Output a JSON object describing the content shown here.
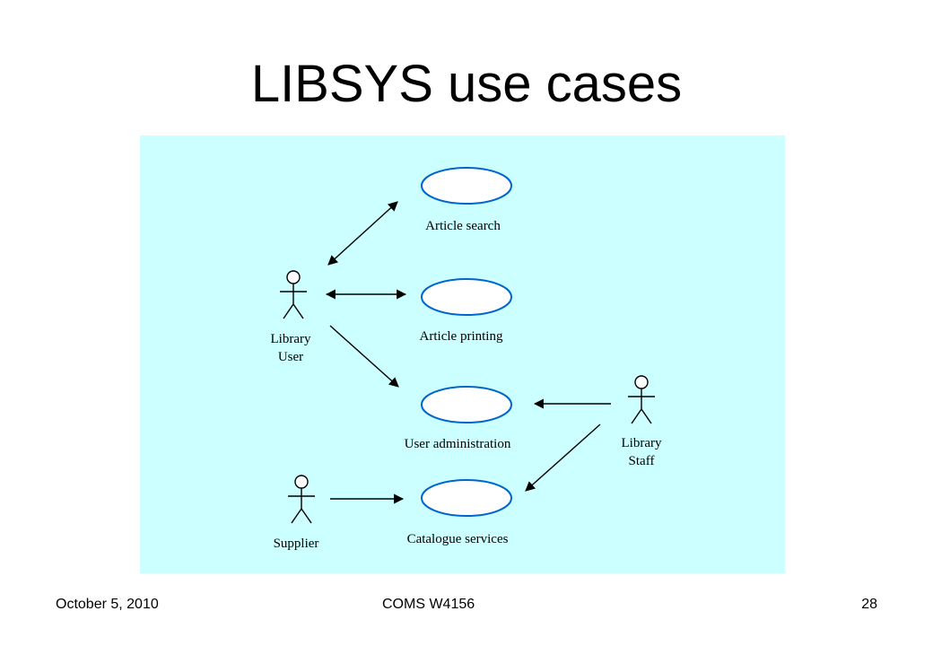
{
  "slide": {
    "title": "LIBSYS use cases",
    "footer": {
      "date": "October 5, 2010",
      "course": "COMS W4156",
      "page": "28"
    }
  },
  "diagram": {
    "background": "#ccffff",
    "use_case_stroke": "#0066cc",
    "actors": [
      {
        "id": "library-user",
        "label_lines": [
          "Library",
          "User"
        ]
      },
      {
        "id": "library-staff",
        "label_lines": [
          "Library",
          "Staff"
        ]
      },
      {
        "id": "supplier",
        "label_lines": [
          "Supplier"
        ]
      }
    ],
    "use_cases": [
      {
        "id": "article-search",
        "label": "Article search"
      },
      {
        "id": "article-printing",
        "label": "Article printing"
      },
      {
        "id": "user-administration",
        "label": "User administration"
      },
      {
        "id": "catalogue-services",
        "label": "Catalogue services"
      }
    ],
    "associations": [
      {
        "from": "library-user",
        "to": "article-search",
        "arrows": "both"
      },
      {
        "from": "library-user",
        "to": "article-printing",
        "arrows": "both"
      },
      {
        "from": "library-user",
        "to": "user-administration",
        "arrows": "end"
      },
      {
        "from": "library-staff",
        "to": "user-administration",
        "arrows": "end"
      },
      {
        "from": "library-staff",
        "to": "catalogue-services",
        "arrows": "end"
      },
      {
        "from": "supplier",
        "to": "catalogue-services",
        "arrows": "end"
      }
    ]
  }
}
